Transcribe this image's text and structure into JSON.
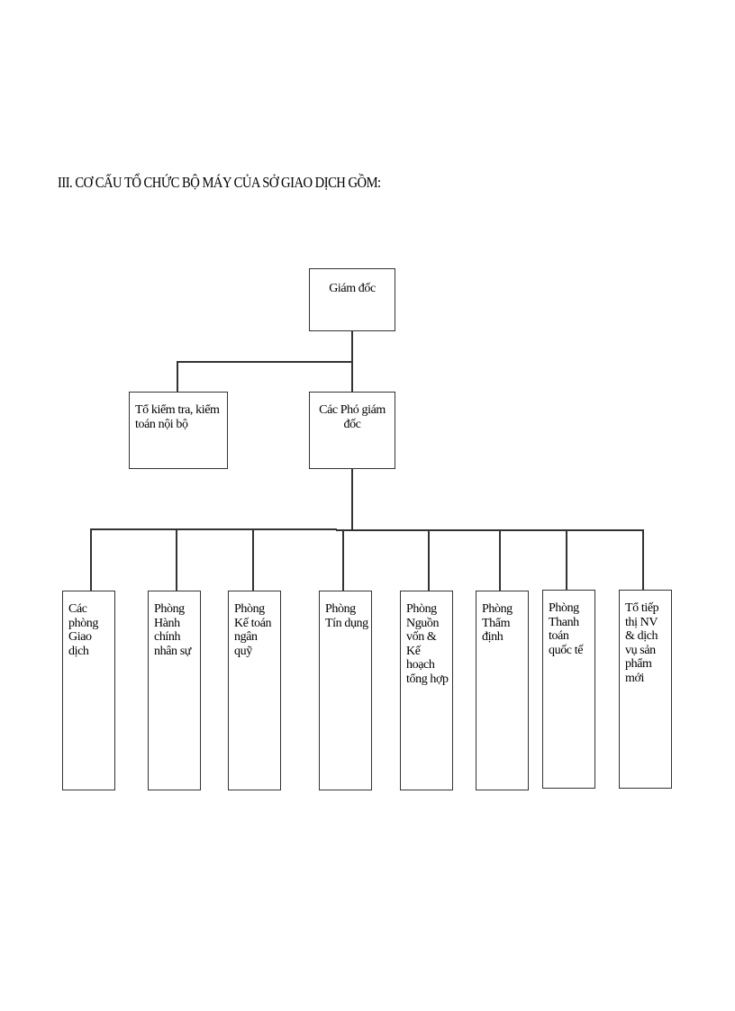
{
  "title": "III. CƠ CẤU TỔ CHỨC BỘ MÁY CỦA SỞ GIAO DỊCH GỒM:",
  "chart": {
    "director": "Giám đốc",
    "internal_audit": "Tổ kiểm tra, kiểm\ntoán nội bộ",
    "deputy_directors": "Các Phó giám\nđốc",
    "departments": [
      "Các\nphòng\nGiao\ndịch",
      "Phòng\nHành\nchính\nnhân sự",
      "Phòng\nKế toán\nngân\nquỹ",
      "Phòng\nTín dụng",
      "Phòng\nNguồn\nvốn &\nKế\nhoạch\ntổng hợp",
      "Phòng\nThẩm\nđịnh",
      "Phòng\nThanh\ntoán\nquốc tế",
      "Tổ tiếp\nthị NV\n& dịch\nvụ sản\nphẩm\nmới"
    ]
  }
}
